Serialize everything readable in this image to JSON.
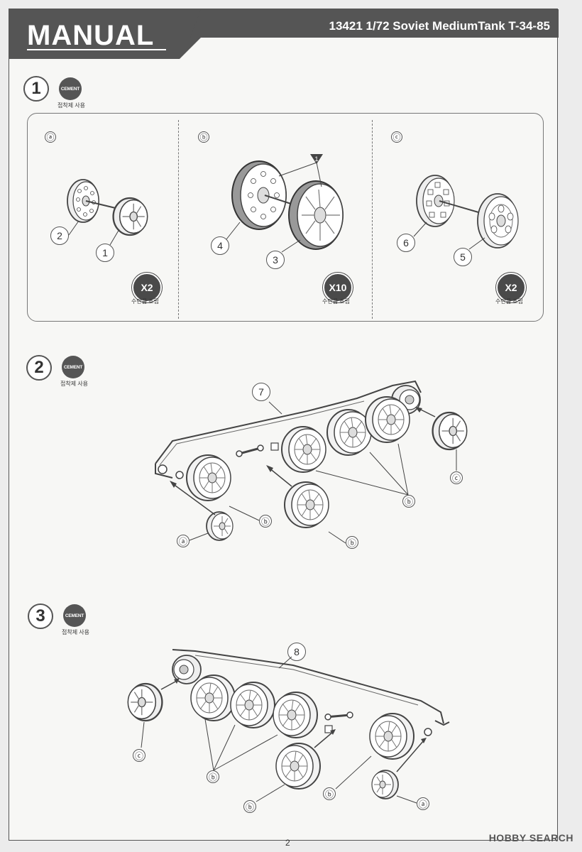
{
  "header": {
    "logo_text": "MANUAL",
    "kit_title": "13421 1/72 Soviet MediumTank T-34-85"
  },
  "cement": {
    "badge_text": "CEMENT",
    "label": "접착제 사용"
  },
  "steps": [
    {
      "number": "1",
      "subassemblies": [
        {
          "letter": "ⓐ",
          "parts": [
            "2",
            "1"
          ],
          "multiplier": "X2",
          "multiplier_label": "수만큼 조립"
        },
        {
          "letter": "ⓑ",
          "parts": [
            "4",
            "3",
            "1"
          ],
          "multiplier": "X10",
          "multiplier_label": "수만큼 조립"
        },
        {
          "letter": "ⓒ",
          "parts": [
            "6",
            "5"
          ],
          "multiplier": "X2",
          "multiplier_label": "수만큼 조립"
        }
      ]
    },
    {
      "number": "2",
      "hull_part": "7",
      "callouts": [
        "ⓑ",
        "ⓑ",
        "ⓑ",
        "ⓒ",
        "ⓐ"
      ]
    },
    {
      "number": "3",
      "hull_part": "8",
      "callouts": [
        "ⓒ",
        "ⓑ",
        "ⓑ",
        "ⓑ",
        "ⓐ"
      ]
    }
  ],
  "footer": {
    "page_number": "2",
    "watermark": "HOBBY SEARCH"
  }
}
